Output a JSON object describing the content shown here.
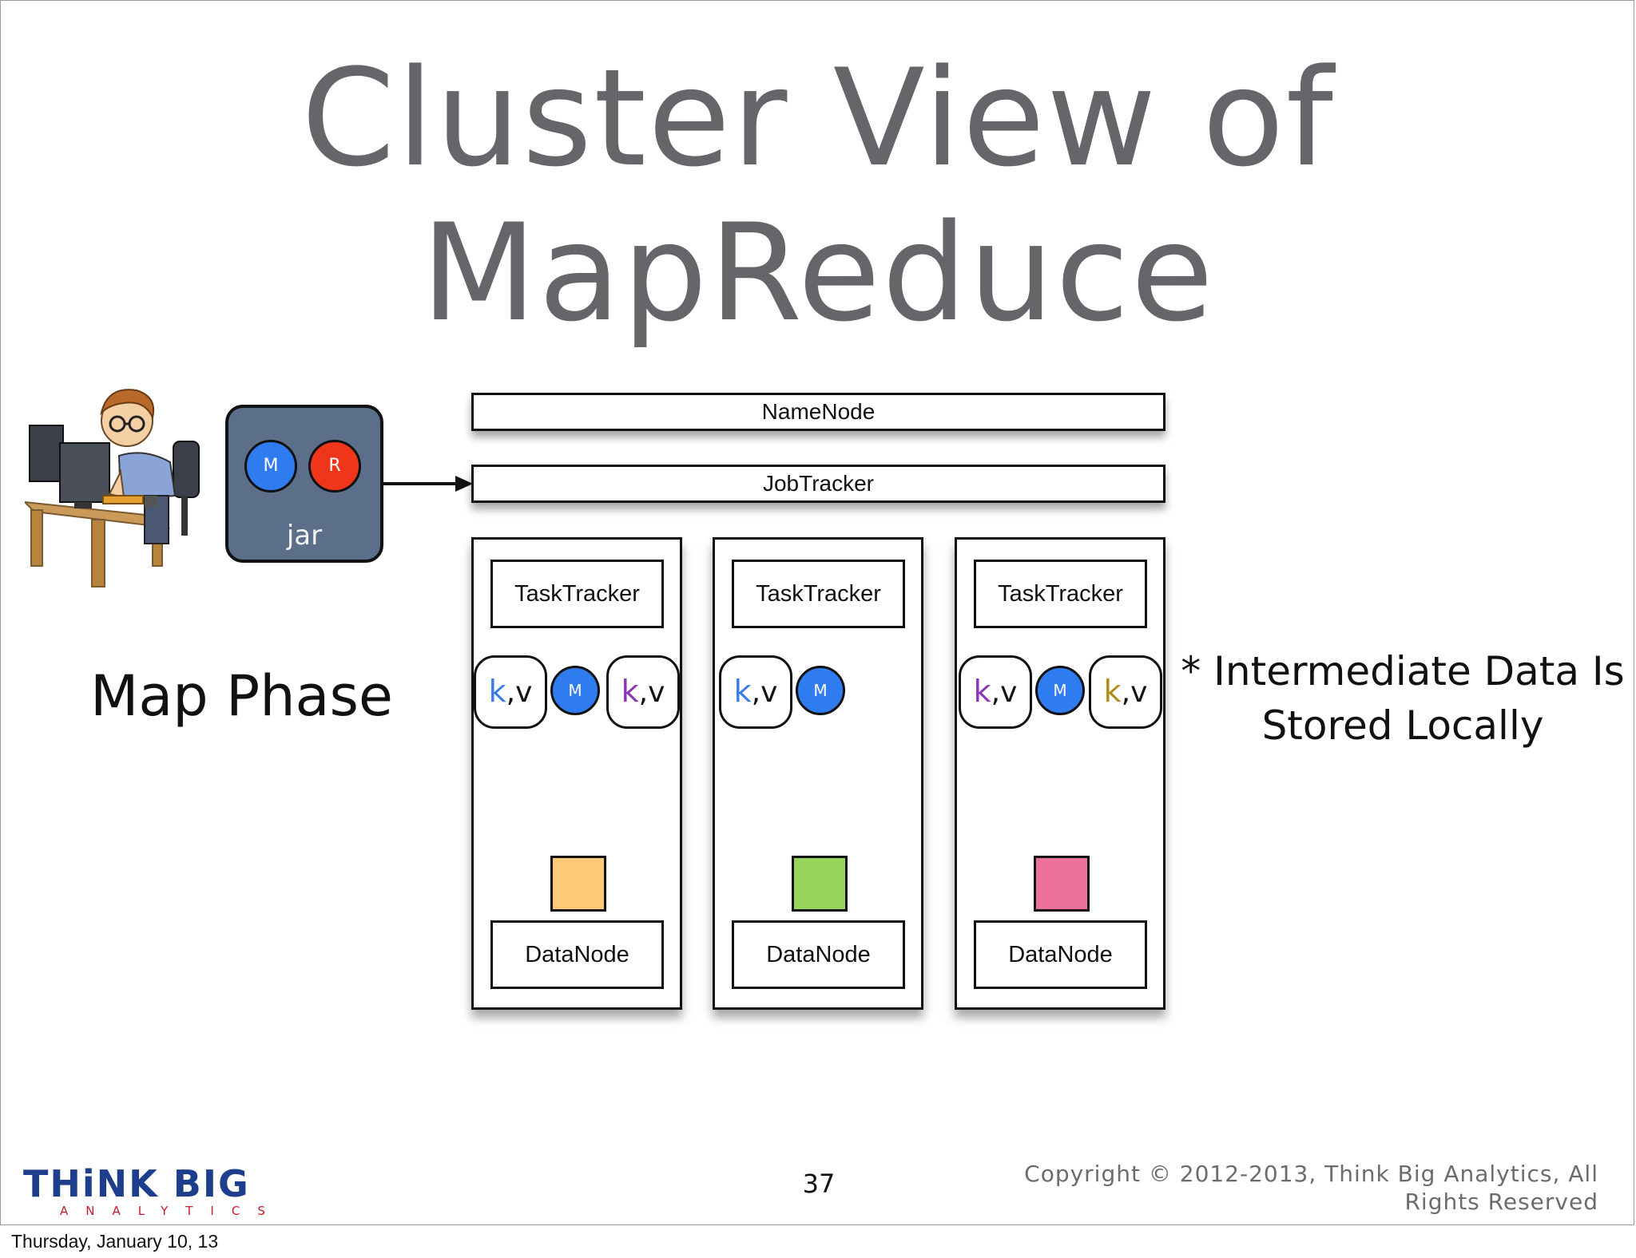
{
  "title": {
    "line1": "Cluster View of",
    "line2": "MapReduce"
  },
  "jar": {
    "map_label": "M",
    "reduce_label": "R",
    "label": "jar"
  },
  "bars": {
    "namenode": "NameNode",
    "jobtracker": "JobTracker"
  },
  "nodes": [
    {
      "tasktracker": "TaskTracker",
      "left_kv": {
        "k": "k",
        "rest": ",v",
        "k_color": "#3a7be8"
      },
      "map_label": "M",
      "right_kv": {
        "k": "k",
        "rest": ",v",
        "k_color": "#8a34b8"
      },
      "block_color": "#ffc97a",
      "datanode": "DataNode"
    },
    {
      "tasktracker": "TaskTracker",
      "left_kv": {
        "k": "k",
        "rest": ",v",
        "k_color": "#3a7be8"
      },
      "map_label": "M",
      "block_color": "#98d55c",
      "datanode": "DataNode"
    },
    {
      "tasktracker": "TaskTracker",
      "left_kv": {
        "k": "k",
        "rest": ",v",
        "k_color": "#8a34b8"
      },
      "map_label": "M",
      "right_kv": {
        "k": "k",
        "rest": ",v",
        "k_color": "#b08a16"
      },
      "block_color": "#ec729c",
      "datanode": "DataNode"
    }
  ],
  "phase": "Map Phase",
  "note": {
    "line1": "* Intermediate Data Is",
    "line2": "Stored Locally"
  },
  "footer": {
    "logo_main": "THiNK BIG",
    "logo_sub": "ANALYTICS",
    "page_number": "37",
    "copyright_line1": "Copyright © 2012-2013, Think Big Analytics, All",
    "copyright_line2": "Rights Reserved"
  },
  "date": "Thursday, January 10, 13",
  "colors": {
    "title": "#66666a",
    "map_circle": "#2f7bf0",
    "reduce_circle": "#f0361a",
    "jar_bg": "#5b6f8a",
    "logo_blue": "#1d3e8c",
    "logo_red": "#c51d2b"
  }
}
